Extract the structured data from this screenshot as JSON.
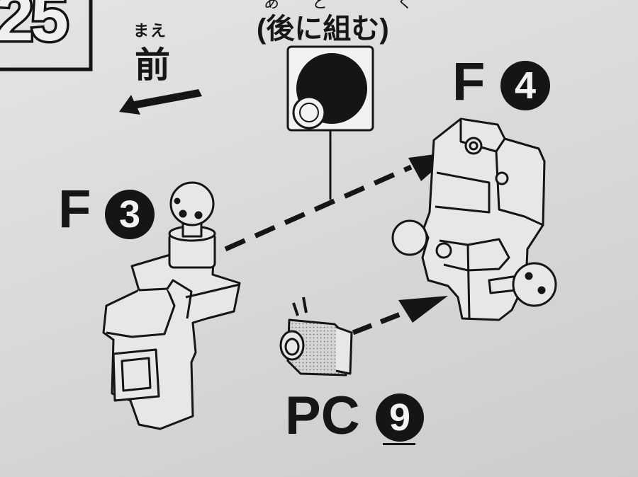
{
  "step": {
    "number": "25"
  },
  "direction": {
    "ruby": "まえ",
    "label": "前"
  },
  "later": {
    "ruby": "あと く",
    "label": "(後に組む)"
  },
  "parts": {
    "f4": {
      "letter": "F",
      "number": "4"
    },
    "f3": {
      "letter": "F",
      "number": "3"
    },
    "pc": {
      "letter": "PC",
      "number": "9"
    }
  },
  "colors": {
    "ink": "#151515",
    "paper": "#dcdedd",
    "part_fill": "#e6e8e7"
  }
}
